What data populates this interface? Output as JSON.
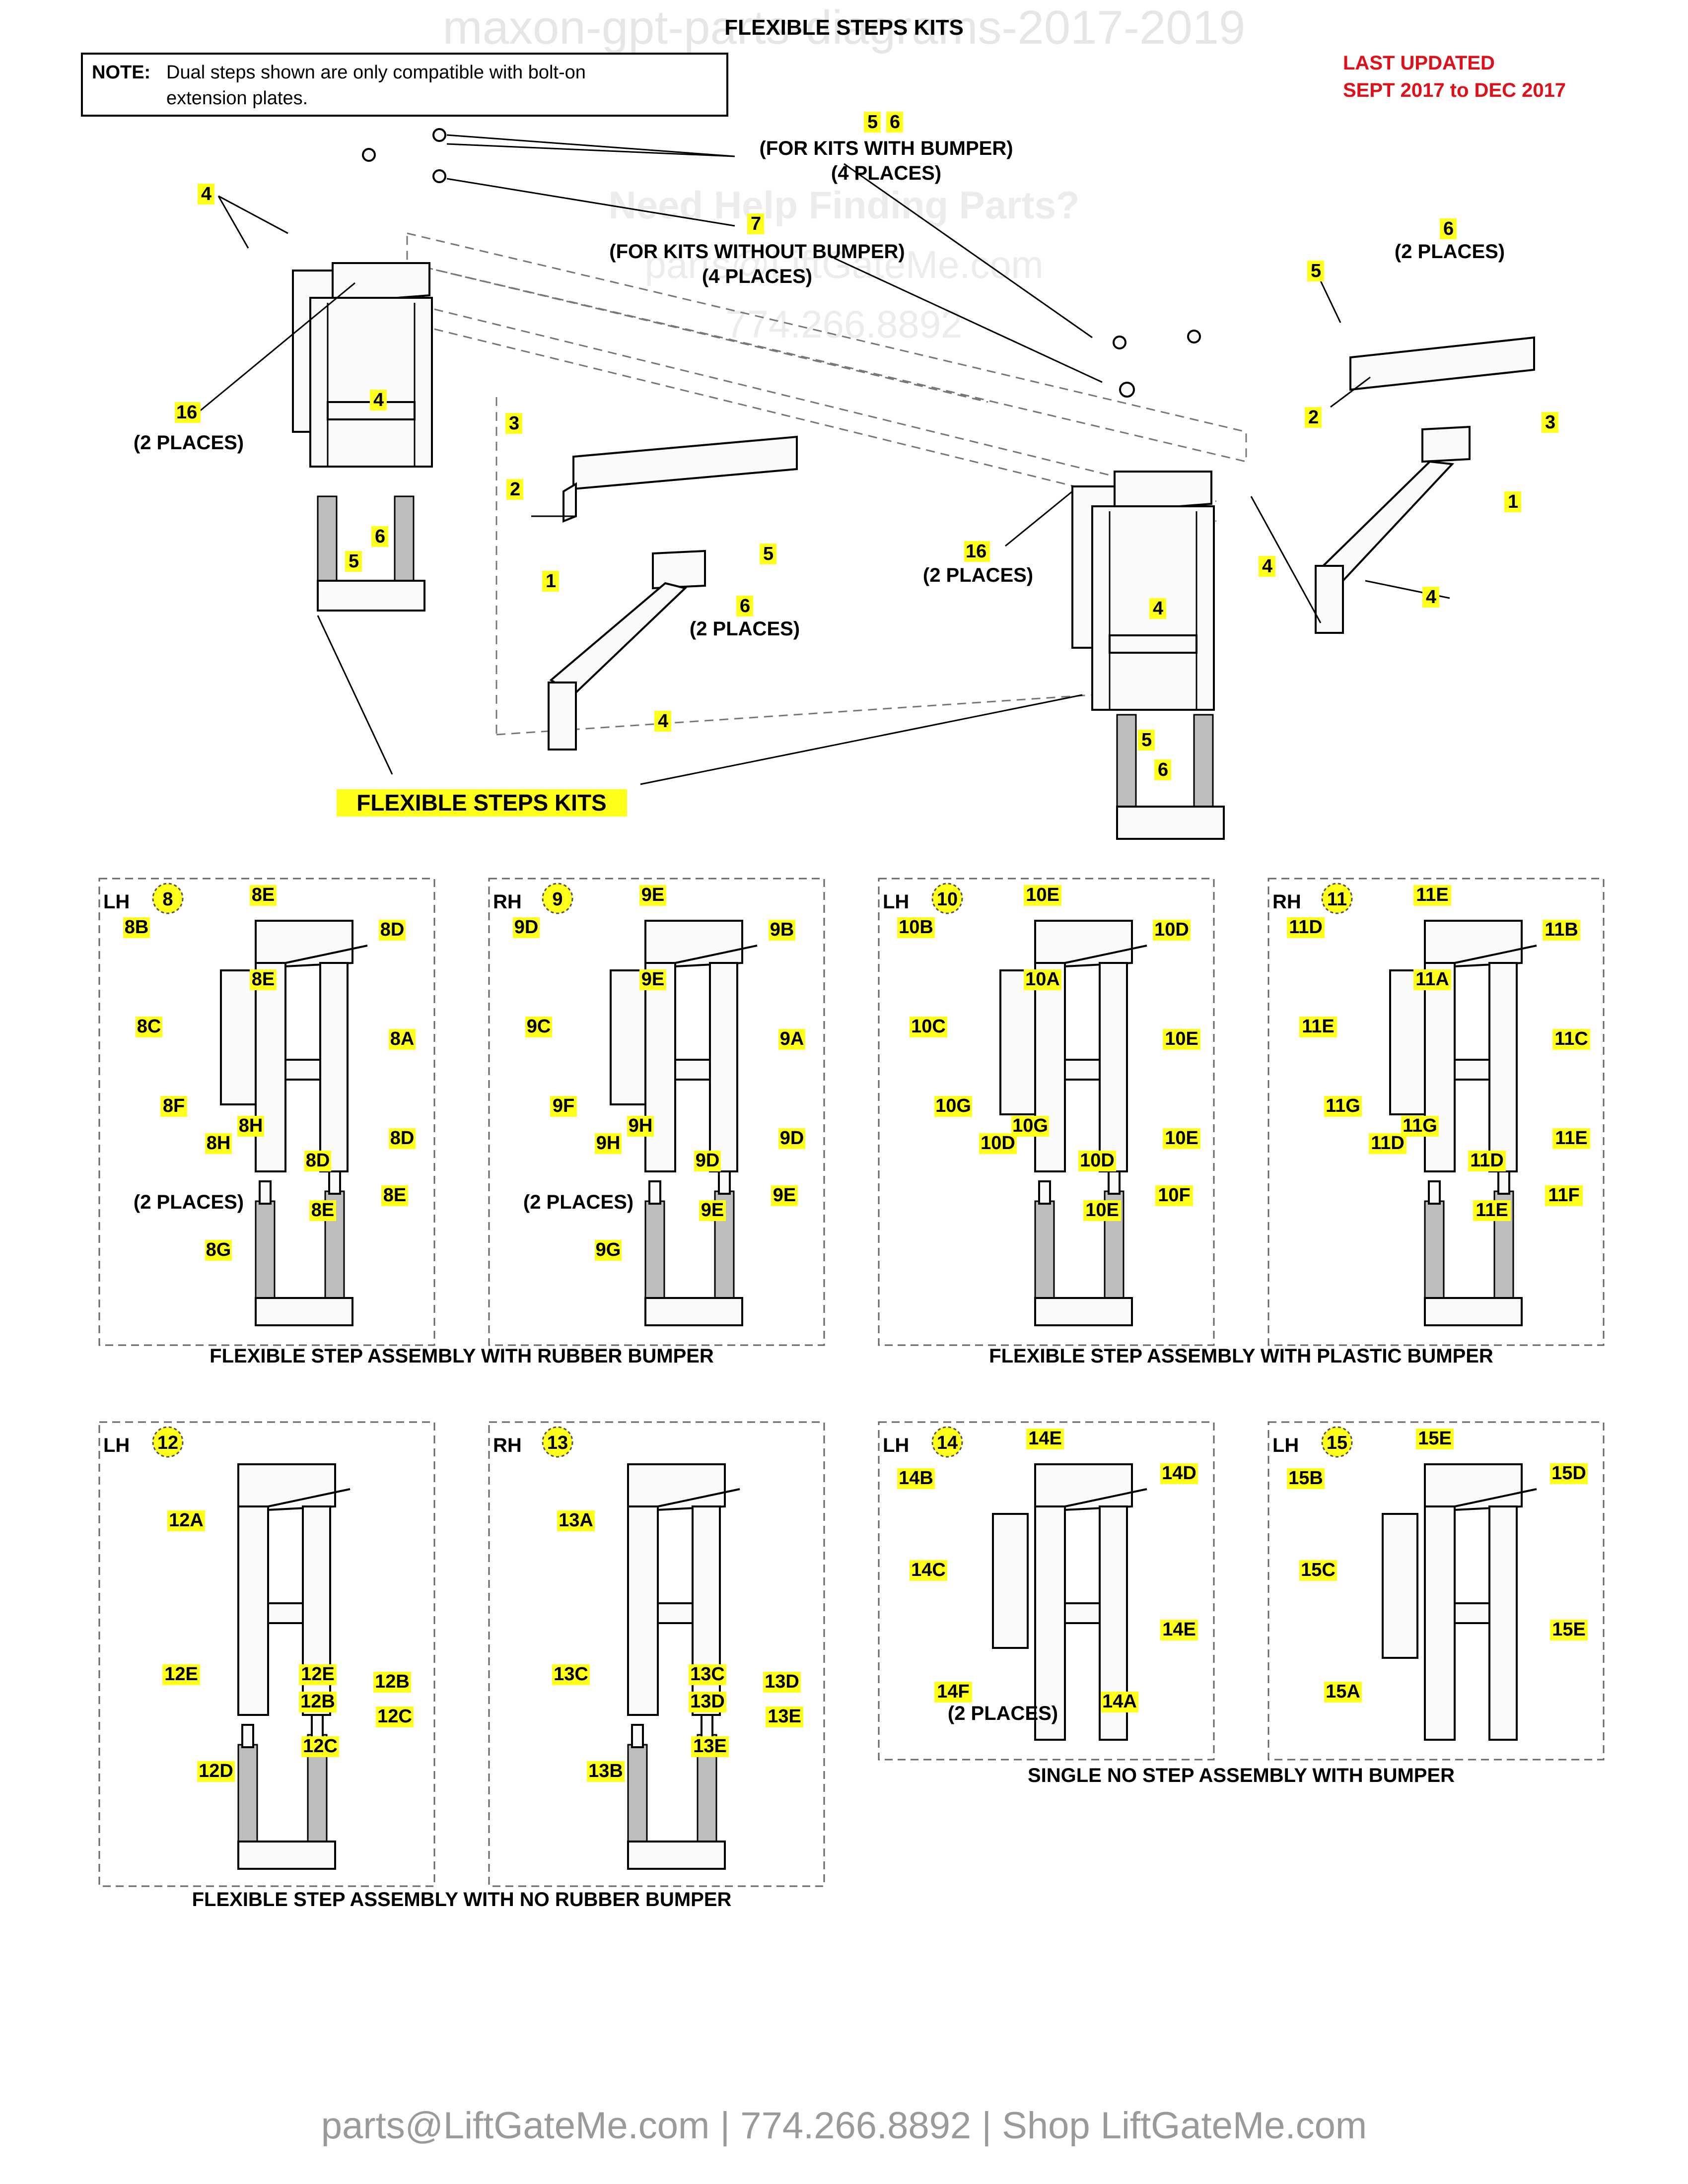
{
  "title": "FLEXIBLE STEPS KITS",
  "watermark_top": "maxon-gpt-parts-diagrams-2017-2019",
  "watermark_help": "Need Help Finding Parts?",
  "watermark_email": "parts@LiftGateMe.com",
  "watermark_phone": "774.266.8892",
  "note": {
    "label": "NOTE:",
    "line1": "Dual steps shown are only compatible with bolt-on",
    "line2": "extension plates."
  },
  "last_updated": {
    "line1": "LAST UPDATED",
    "line2": "SEPT 2017 to DEC 2017"
  },
  "exploded_view": {
    "kits_label": "FLEXIBLE STEPS KITS",
    "note_bumper": {
      "items": [
        "5",
        "6"
      ],
      "line1": "(FOR KITS WITH BUMPER)",
      "line2": "(4 PLACES)"
    },
    "note_no_bumper": {
      "item": "7",
      "line1": "(FOR KITS WITHOUT BUMPER)",
      "line2": "(4 PLACES)"
    },
    "callouts_left": [
      "4",
      "16",
      "4",
      "5",
      "6",
      "3",
      "2",
      "1",
      "6",
      "5",
      "4"
    ],
    "places_2": "(2 PLACES)",
    "callouts_right": [
      "6",
      "5",
      "2",
      "3",
      "1",
      "4",
      "16",
      "4",
      "4",
      "5",
      "6"
    ]
  },
  "assemblies": [
    {
      "num": "8",
      "side": "LH",
      "callouts": [
        "8E",
        "8B",
        "8D",
        "8C",
        "8E",
        "8A",
        "8H",
        "8F",
        "8H",
        "8D",
        "8D",
        "8E",
        "8E",
        "8G"
      ],
      "extra": "(2 PLACES)"
    },
    {
      "num": "9",
      "side": "RH",
      "callouts": [
        "9E",
        "9D",
        "9B",
        "9C",
        "9E",
        "9A",
        "9H",
        "9F",
        "9H",
        "9D",
        "9D",
        "9E",
        "9E",
        "9G"
      ],
      "extra": "(2 PLACES)"
    },
    {
      "num": "10",
      "side": "LH",
      "callouts": [
        "10E",
        "10B",
        "10D",
        "10C",
        "10A",
        "10E",
        "10G",
        "10G",
        "10D",
        "10D",
        "10E",
        "10E",
        "10F"
      ]
    },
    {
      "num": "11",
      "side": "RH",
      "callouts": [
        "11E",
        "11D",
        "11B",
        "11E",
        "11A",
        "11C",
        "11G",
        "11G",
        "11D",
        "11D",
        "11E",
        "11E",
        "11F"
      ]
    },
    {
      "num": "12",
      "side": "LH",
      "callouts": [
        "12A",
        "12E",
        "12E",
        "12B",
        "12B",
        "12C",
        "12C",
        "12D"
      ]
    },
    {
      "num": "13",
      "side": "RH",
      "callouts": [
        "13A",
        "13C",
        "13C",
        "13D",
        "13D",
        "13E",
        "13E",
        "13B"
      ]
    },
    {
      "num": "14",
      "side": "LH",
      "callouts": [
        "14E",
        "14B",
        "14D",
        "14C",
        "14E",
        "14F",
        "14A"
      ],
      "extra": "(2 PLACES)"
    },
    {
      "num": "15",
      "side": "LH",
      "callouts": [
        "15E",
        "15B",
        "15D",
        "15C",
        "15E",
        "15A"
      ]
    }
  ],
  "section_titles": {
    "rubber": "FLEXIBLE STEP ASSEMBLY WITH RUBBER BUMPER",
    "plastic": "FLEXIBLE STEP ASSEMBLY WITH PLASTIC BUMPER",
    "no_rubber": "FLEXIBLE STEP ASSEMBLY WITH NO RUBBER BUMPER",
    "single": "SINGLE NO STEP ASSEMBLY WITH BUMPER"
  },
  "footer": "parts@LiftGateMe.com | 774.266.8892 | Shop LiftGateMe.com",
  "colors": {
    "highlight": "#ffff1a",
    "updated_red": "#e0101a",
    "footer_gray": "#9a9a9a"
  }
}
